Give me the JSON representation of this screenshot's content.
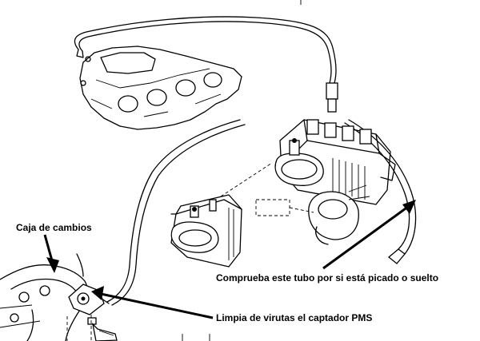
{
  "annotations": {
    "gearbox_label": "Caja de cambios",
    "tube_label": "Comprueba este tubo por si está picado o suelto",
    "sensor_label": "Limpia de virutas el captador PMS"
  },
  "colors": {
    "line": "#000000",
    "background": "#ffffff"
  }
}
